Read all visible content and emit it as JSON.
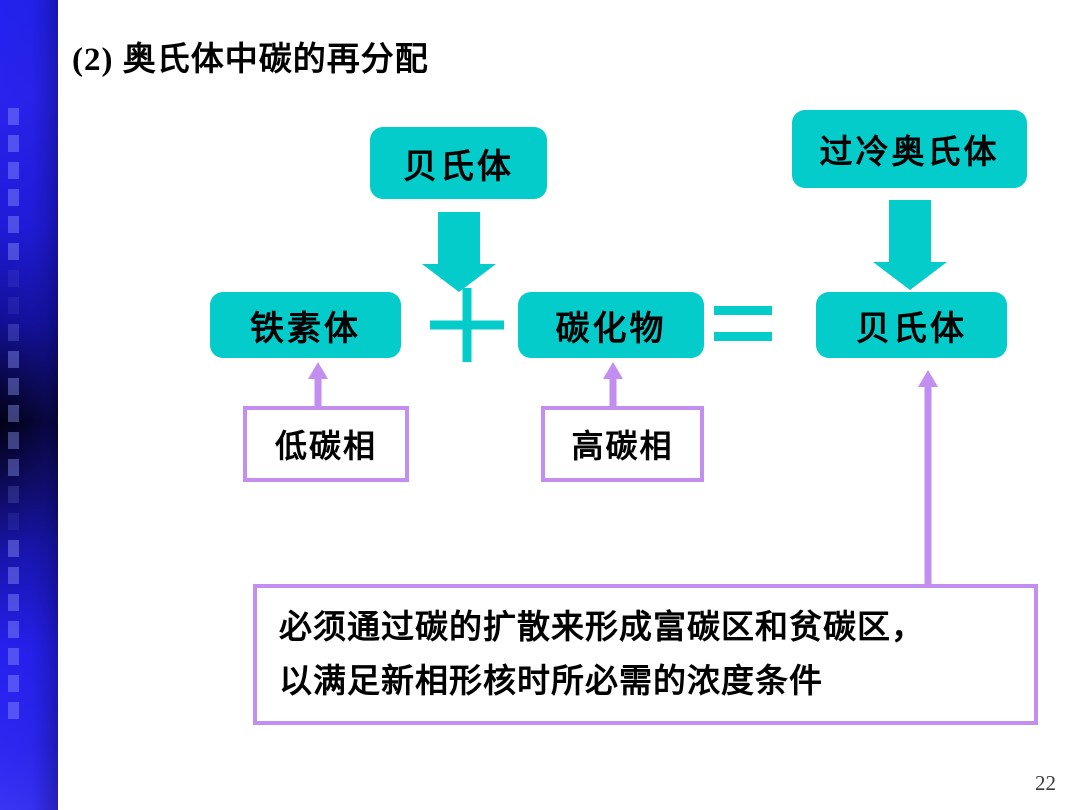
{
  "slide": {
    "title": "(2) 奥氏体中碳的再分配",
    "page_number": "22",
    "colors": {
      "teal": "#03CCCB",
      "purple": "#C28FF0",
      "sidebar_blue": "#2222EE",
      "text": "#000000"
    }
  },
  "diagram": {
    "top_row": [
      {
        "label": "贝氏体"
      },
      {
        "label": "过冷奥氏体"
      }
    ],
    "middle_row": [
      {
        "label": "铁素体"
      },
      {
        "label": "碳化物"
      },
      {
        "label": "贝氏体"
      }
    ],
    "operators": {
      "plus": "+",
      "equals": "="
    },
    "phase_notes": [
      {
        "label": "低碳相"
      },
      {
        "label": "高碳相"
      }
    ],
    "conclusion": {
      "line1": "必须通过碳的扩散来形成富碳区和贫碳区，",
      "line2": "以满足新相形核时所必需的浓度条件"
    }
  }
}
